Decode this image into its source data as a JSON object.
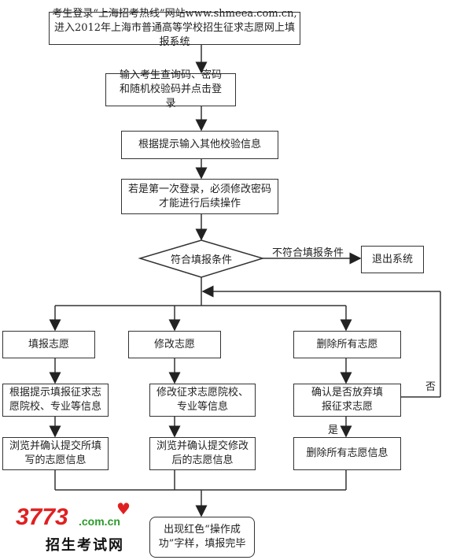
{
  "steps": {
    "login_site": "考生登录“上海招考热线”网站www.shmeea.com.cn, 进入2012年上海市普通高等学校招生征求志愿网上填报系统",
    "enter_code": "输入考生查询码、密码和随机校验码并点击登录",
    "verify_info": "根据提示输入其他校验信息",
    "change_pwd": "若是第一次登录，必须修改密码才能进行后续操作",
    "condition": "符合填报条件",
    "not_qualified": "不符合填报条件",
    "exit": "退出系统",
    "fill": "填报志愿",
    "modify": "修改志愿",
    "delete_all": "删除所有志愿",
    "fill_detail": "根据提示填报征求志愿院校、专业等信息",
    "modify_detail": "修改征求志愿院校、专业等信息",
    "confirm_abandon": "确认是否放弃填报征求志愿",
    "fill_submit": "浏览并确认提交所填写的志愿信息",
    "modify_submit": "浏览并确认提交修改后的志愿信息",
    "delete_info": "删除所有志愿信息",
    "yes": "是",
    "no": "否",
    "done": "出现红色“操作成功”字样，填报完毕"
  },
  "logo": {
    "number": "3773",
    "domain": ".com.cn",
    "name": "招生考试网"
  }
}
